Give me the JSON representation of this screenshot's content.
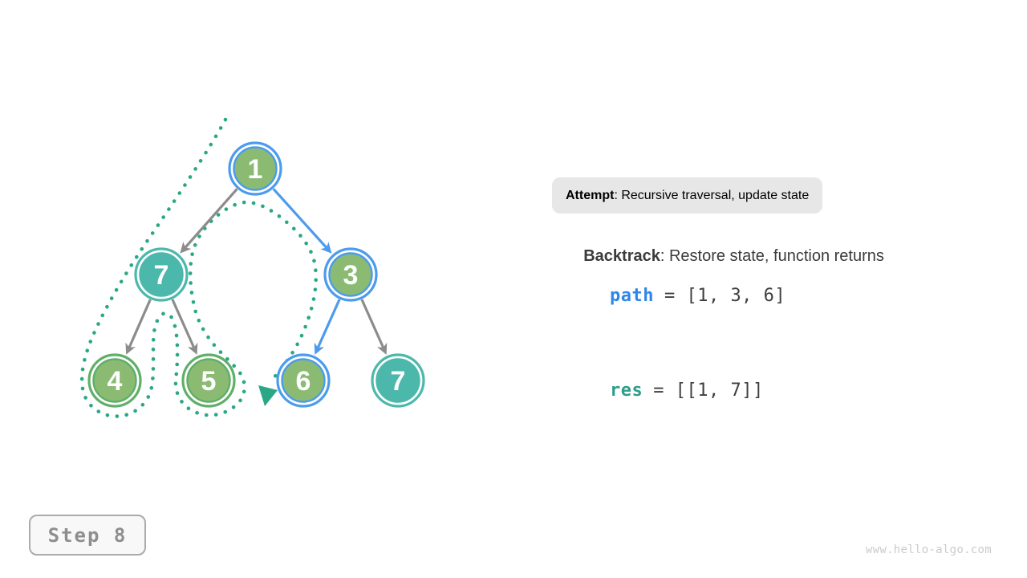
{
  "panel": {
    "attempt": {
      "label": "Attempt",
      "text": ": Recursive traversal, update state"
    },
    "backtrack": {
      "label": "Backtrack",
      "text": ": Restore state, function returns"
    },
    "path": {
      "label": "path",
      "value": "= [1, 3, 6]"
    },
    "res": {
      "label": "res",
      "value": "= [[1, 7]]"
    }
  },
  "footer": {
    "step": "Step 8",
    "website": "www.hello-algo.com"
  },
  "diagram": {
    "nodes": [
      {
        "id": "n1",
        "value": "1",
        "style": "current-path"
      },
      {
        "id": "n7l",
        "value": "7",
        "style": "backtracked"
      },
      {
        "id": "n3",
        "value": "3",
        "style": "current-path"
      },
      {
        "id": "n4",
        "value": "4",
        "style": "visited"
      },
      {
        "id": "n5",
        "value": "5",
        "style": "visited"
      },
      {
        "id": "n6",
        "value": "6",
        "style": "current-path"
      },
      {
        "id": "n7r",
        "value": "7",
        "style": "backtracked"
      }
    ],
    "edges": [
      {
        "from": "n1",
        "to": "n7l",
        "style": "normal"
      },
      {
        "from": "n1",
        "to": "n3",
        "style": "highlight"
      },
      {
        "from": "n7l",
        "to": "n4",
        "style": "normal"
      },
      {
        "from": "n7l",
        "to": "n5",
        "style": "normal"
      },
      {
        "from": "n3",
        "to": "n6",
        "style": "highlight"
      },
      {
        "from": "n3",
        "to": "n7r",
        "style": "normal"
      }
    ],
    "colors": {
      "node_green": "#8bbb72",
      "node_teal": "#4cb8ab",
      "ring_blue": "#4c9bec",
      "ring_green": "#5faf68",
      "edge_gray": "#8c8c8c",
      "edge_blue": "#4c9bec",
      "trace": "#2aa886"
    }
  }
}
